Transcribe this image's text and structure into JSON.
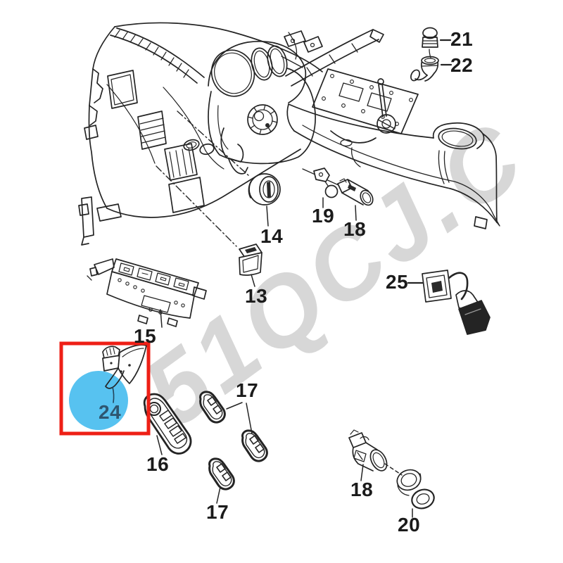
{
  "canvas": {
    "width": "800",
    "height": "800",
    "background": "#ffffff"
  },
  "watermark": {
    "text": "51QCJ.C",
    "color": "#d7d7d7"
  },
  "highlight": {
    "label": "24",
    "label_color": "#2e5670",
    "box_color": "#ee1f16",
    "circle_color": "#57c2f0"
  },
  "labels": {
    "l13": "13",
    "l14": "14",
    "l15": "15",
    "l16": "16",
    "l17a": "17",
    "l17b": "17",
    "l18a": "18",
    "l18b": "18",
    "l19": "19",
    "l20": "20",
    "l21": "21",
    "l22": "22",
    "l25": "25"
  }
}
